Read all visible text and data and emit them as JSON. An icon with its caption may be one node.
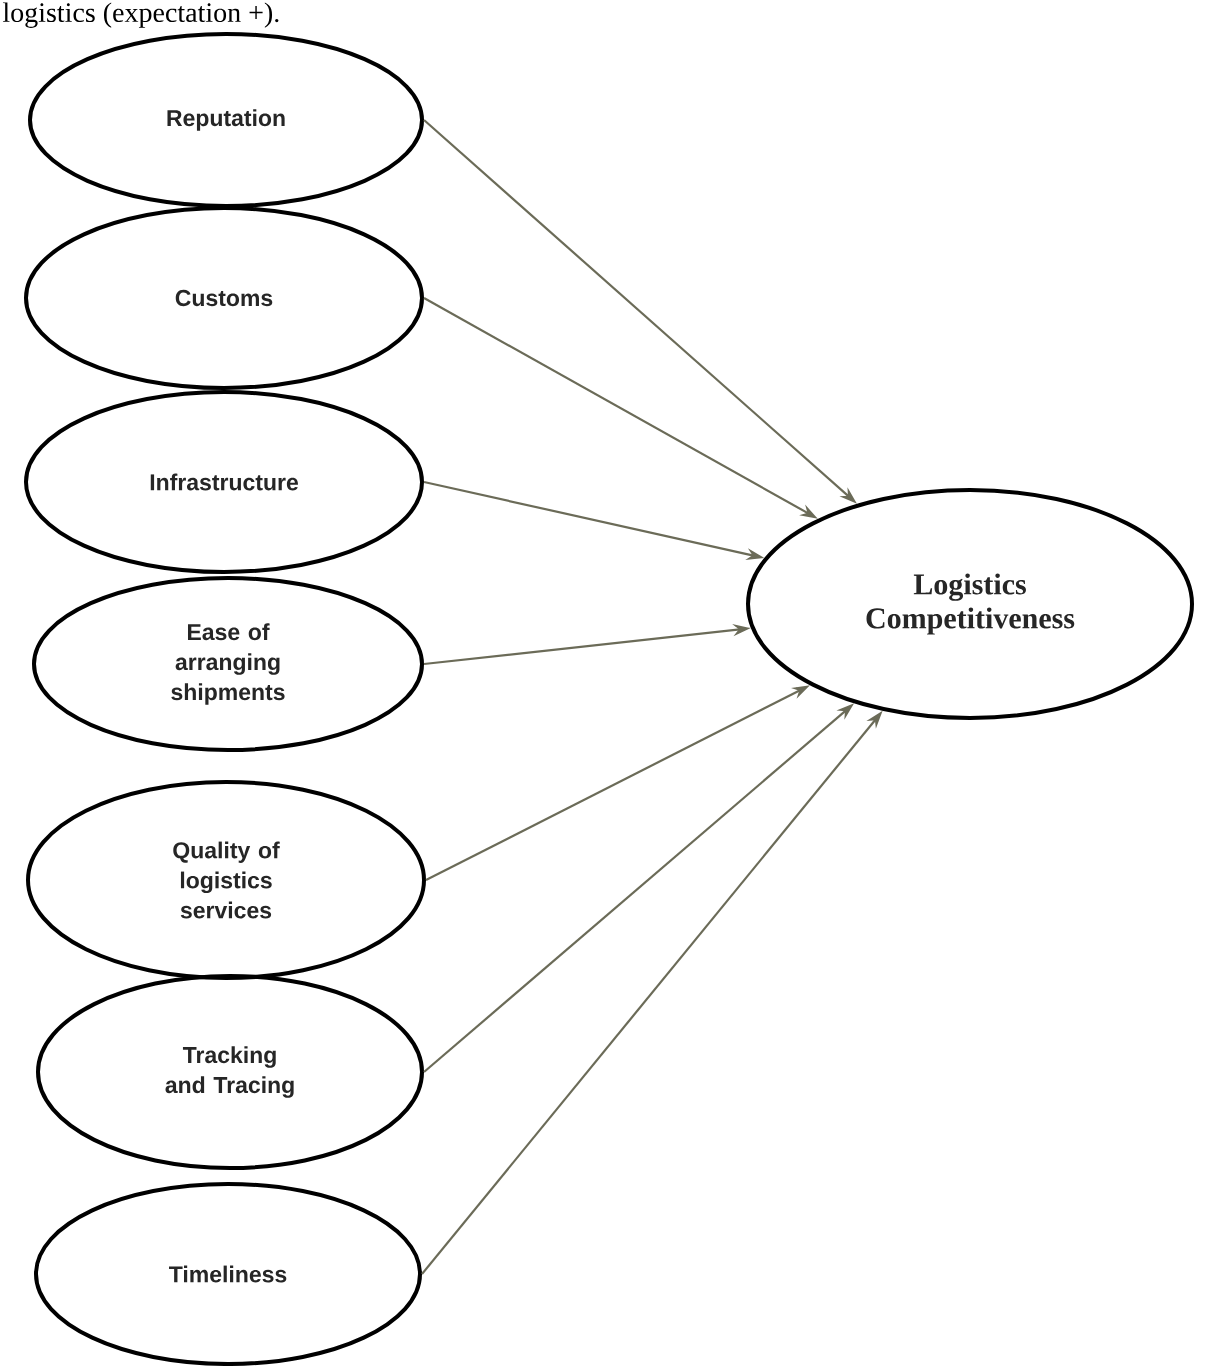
{
  "diagram": {
    "nodes": [
      {
        "text": [
          "Reputation"
        ]
      },
      {
        "text": [
          "Customs"
        ]
      },
      {
        "text": [
          "Infrastructure"
        ]
      },
      {
        "text": [
          "Ease of arranging shipments"
        ]
      },
      {
        "text": [
          "Quality of logistics services"
        ]
      },
      {
        "text": [
          "Tracking and Tracing"
        ]
      },
      {
        "text": [
          "Timeliness"
        ]
      },
      {
        "text": [
          "Logistics Competitiveness"
        ]
      }
    ],
    "edges": [
      {
        "from": 0,
        "to": 7,
        "arrow": "to"
      },
      {
        "from": 1,
        "to": 7,
        "arrow": "to"
      },
      {
        "from": 2,
        "to": 7,
        "arrow": "to"
      },
      {
        "from": 3,
        "to": 7,
        "arrow": "to"
      },
      {
        "from": 4,
        "to": 7,
        "arrow": "to"
      },
      {
        "from": 5,
        "to": 7,
        "arrow": "to"
      },
      {
        "from": 6,
        "to": 7,
        "arrow": "to"
      }
    ],
    "labels": [
      "logistics (expectation +)."
    ]
  }
}
